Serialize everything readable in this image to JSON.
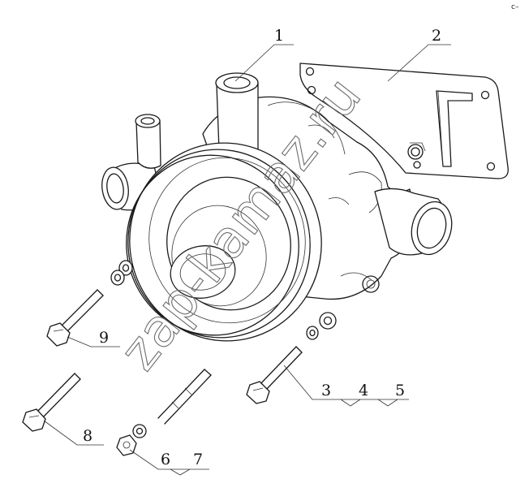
{
  "callouts": {
    "c1": "1",
    "c2": "2",
    "c3": "3",
    "c4": "4",
    "c5": "5",
    "c6": "6",
    "c7": "7",
    "c8": "8",
    "c9": "9"
  },
  "watermark": "zap-kamaz.ru",
  "corner_mark": "c–",
  "colors": {
    "line": "#1a1a1a",
    "watermark": "#6d6d6d",
    "background": "#ffffff"
  }
}
